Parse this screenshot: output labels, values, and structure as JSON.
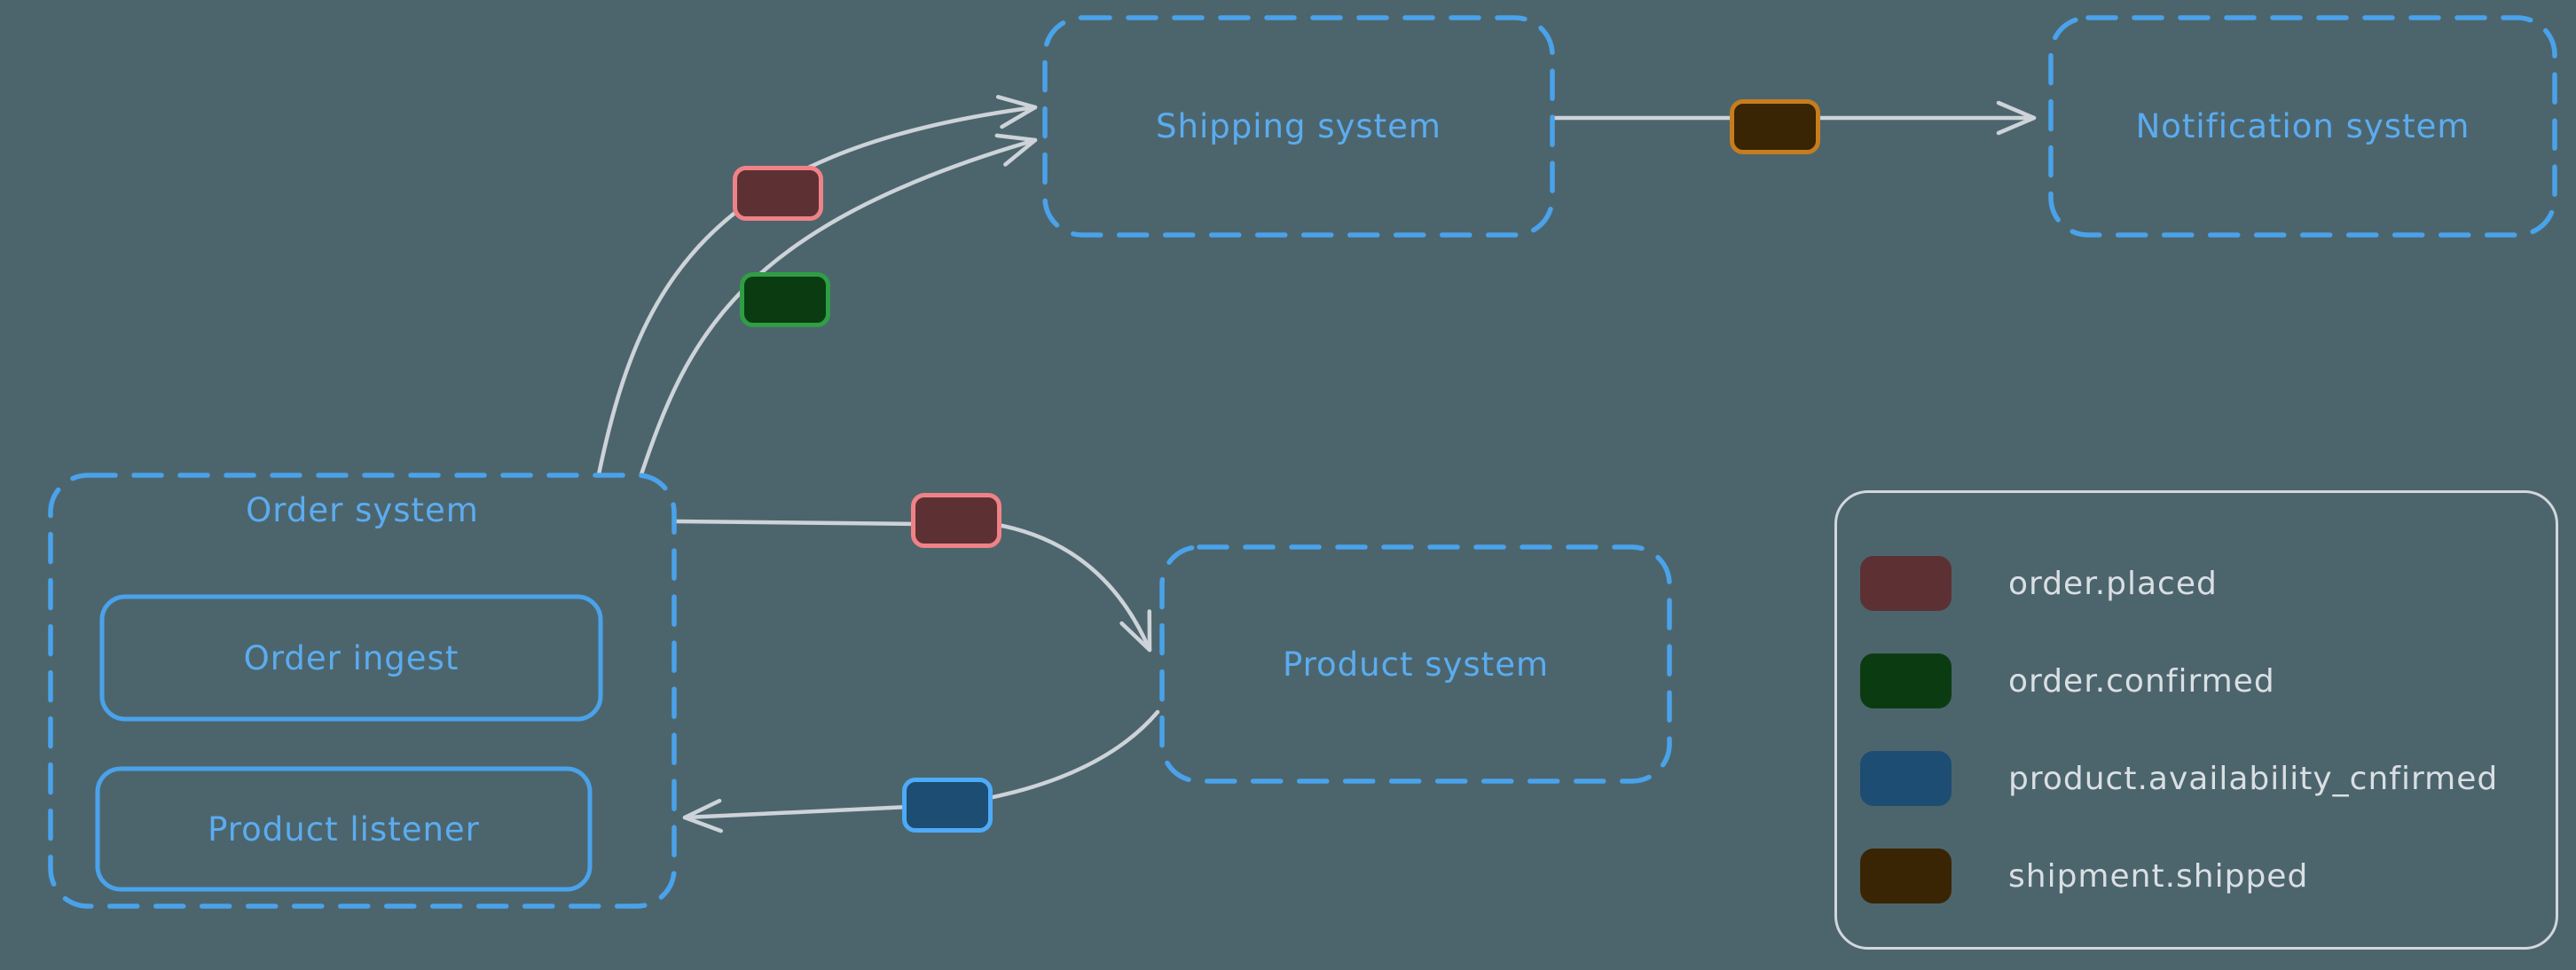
{
  "canvas": {
    "title": "Event-driven systems diagram"
  },
  "colors": {
    "canvas-bg": "#4c656d",
    "diagram-blue": "#4aa2ea",
    "label-blue": "#5bacf0",
    "arrow-gray": "#cdd3d8",
    "legend-border": "#d2d7db",
    "legend-text": "#dadfe3",
    "order-placed-fill": "#5d3134",
    "order-placed-border": "#f08287",
    "order-confirmed-fill": "#0b3c11",
    "order-confirmed-border": "#2f9e44",
    "product-availability-fill": "#1d4d72",
    "product-availability-border": "#4dabf7",
    "shipment-shipped-fill": "#392503",
    "shipment-shipped-border": "#c77d1e"
  },
  "nodes": {
    "order_system": {
      "label": "Order system"
    },
    "order_ingest": {
      "label": "Order ingest"
    },
    "product_listener": {
      "label": "Product listener"
    },
    "shipping_system": {
      "label": "Shipping system"
    },
    "notification_system": {
      "label": "Notification system"
    },
    "product_system": {
      "label": "Product system"
    }
  },
  "edges": [
    {
      "from": "Order system",
      "to": "Shipping system",
      "event": "order.placed"
    },
    {
      "from": "Order system",
      "to": "Shipping system",
      "event": "order.confirmed"
    },
    {
      "from": "Order system",
      "to": "Product system",
      "event": "order.placed"
    },
    {
      "from": "Product system",
      "to": "Order system",
      "event": "product.availability_cnfirmed"
    },
    {
      "from": "Shipping system",
      "to": "Notification system",
      "event": "shipment.shipped"
    }
  ],
  "legend": {
    "items": [
      {
        "key": "order-placed",
        "label": "order.placed"
      },
      {
        "key": "order-confirmed",
        "label": "order.confirmed"
      },
      {
        "key": "product-availability",
        "label": "product.availability_cnfirmed"
      },
      {
        "key": "shipment-shipped",
        "label": "shipment.shipped"
      }
    ]
  }
}
